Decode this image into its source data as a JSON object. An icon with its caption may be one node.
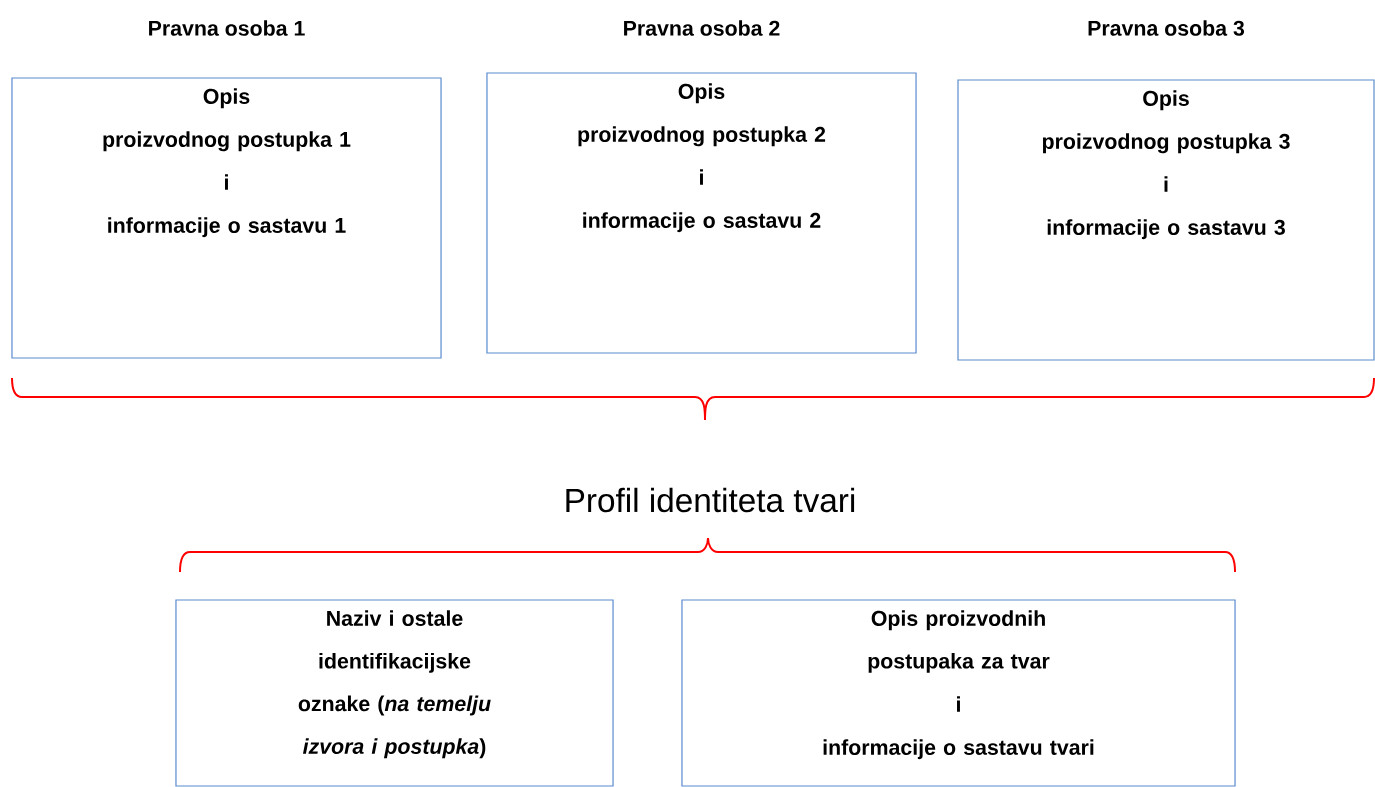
{
  "diagram": {
    "nodes": [
      {
        "text": [
          "Pravna osoba 1",
          "Opis",
          "proizvodnog postupka 1",
          "i",
          "informacije o sastavu 1"
        ]
      },
      {
        "text": [
          "Pravna osoba 2",
          "Opis",
          "proizvodnog postupka 2",
          "i",
          "informacije o sastavu 2"
        ]
      },
      {
        "text": [
          "Pravna osoba 3",
          "Opis",
          "proizvodnog postupka 3",
          "i",
          "informacije o sastavu 3"
        ]
      },
      {
        "text": [
          "Naziv i ostale identifikacijske oznake (*na temelju izvora i postupka*)"
        ]
      },
      {
        "text": [
          "Opis proizvodnih postupaka za tvar",
          "i",
          "informacije o sastavu tvari"
        ]
      }
    ],
    "labels": [
      "Profil identiteta tvari"
    ]
  }
}
